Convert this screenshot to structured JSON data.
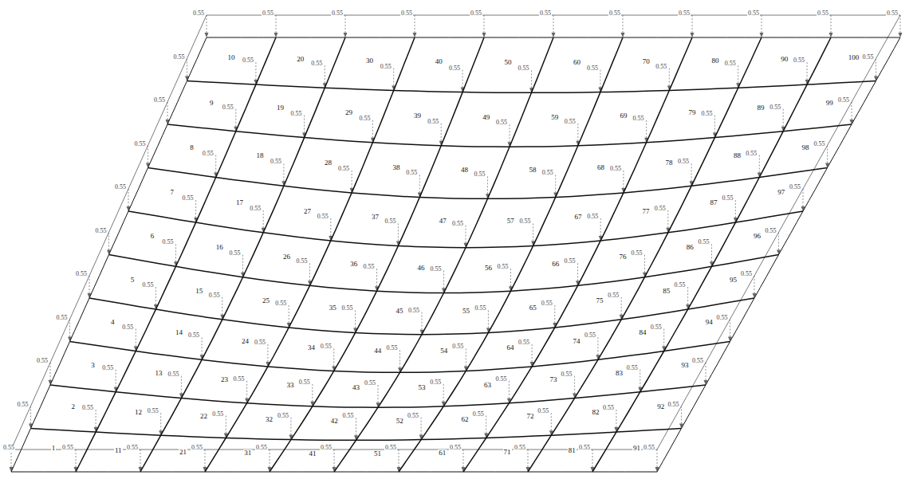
{
  "diagram": {
    "labels": [
      "1",
      "2",
      "3",
      "4",
      "5",
      "6",
      "7",
      "8",
      "9",
      "10",
      "11",
      "12",
      "13",
      "14",
      "15",
      "16",
      "17",
      "18",
      "19",
      "20",
      "21",
      "22",
      "23",
      "24",
      "25",
      "26",
      "27",
      "28",
      "29",
      "30",
      "31",
      "32",
      "33",
      "34",
      "35",
      "36",
      "37",
      "38",
      "39",
      "40",
      "41",
      "42",
      "43",
      "44",
      "45",
      "46",
      "47",
      "48",
      "49",
      "50",
      "51",
      "52",
      "53",
      "54",
      "55",
      "56",
      "57",
      "58",
      "59",
      "60",
      "61",
      "62",
      "63",
      "64",
      "65",
      "66",
      "67",
      "68",
      "69",
      "70",
      "71",
      "72",
      "73",
      "74",
      "75",
      "76",
      "77",
      "78",
      "79",
      "80",
      "81",
      "82",
      "83",
      "84",
      "85",
      "86",
      "87",
      "88",
      "89",
      "90",
      "91",
      "92",
      "93",
      "94",
      "95",
      "96",
      "97",
      "98",
      "99",
      "100",
      "0.55",
      "0.55",
      "0.55",
      "0.55",
      "0.55",
      "0.55",
      "0.55",
      "0.55",
      "0.55",
      "0.55",
      "0.55",
      "0.55",
      "0.55",
      "0.55",
      "0.55",
      "0.55",
      "0.55",
      "0.55",
      "0.55",
      "0.55",
      "0.55",
      "0.55",
      "0.55",
      "0.55",
      "0.55",
      "0.55",
      "0.55",
      "0.55",
      "0.55",
      "0.55",
      "0.55",
      "0.55",
      "0.55",
      "0.55",
      "0.55",
      "0.55",
      "0.55",
      "0.55",
      "0.55",
      "0.55",
      "0.55",
      "0.55",
      "0.55",
      "0.55",
      "0.55",
      "0.55",
      "0.55",
      "0.55",
      "0.55",
      "0.55",
      "0.55",
      "0.55",
      "0.55",
      "0.55",
      "0.55",
      "0.55",
      "0.55",
      "0.55",
      "0.55",
      "0.55",
      "0.55",
      "0.55",
      "0.55",
      "0.55",
      "0.55",
      "0.55",
      "0.55",
      "0.55",
      "0.55",
      "0.55",
      "0.55",
      "0.55",
      "0.55",
      "0.55",
      "0.55",
      "0.55",
      "0.55",
      "0.55",
      "0.55",
      "0.55",
      "0.55",
      "0.55",
      "0.55",
      "0.55",
      "0.55",
      "0.55",
      "0.55",
      "0.55",
      "0.55",
      "0.55",
      "0.55",
      "0.55",
      "0.55",
      "0.55",
      "0.55",
      "0.55",
      "0.55",
      "0.55",
      "0.55",
      "0.55",
      "0.55",
      "0.55",
      "0.55",
      "0.55",
      "0.55",
      "0.55",
      "0.55",
      "0.55",
      "0.55",
      "0.55",
      "0.55",
      "0.55",
      "0.55",
      "0.55",
      "0.55",
      "0.55",
      "0.55",
      "0.55",
      "0.55",
      "0.55",
      "0.55"
    ]
  }
}
